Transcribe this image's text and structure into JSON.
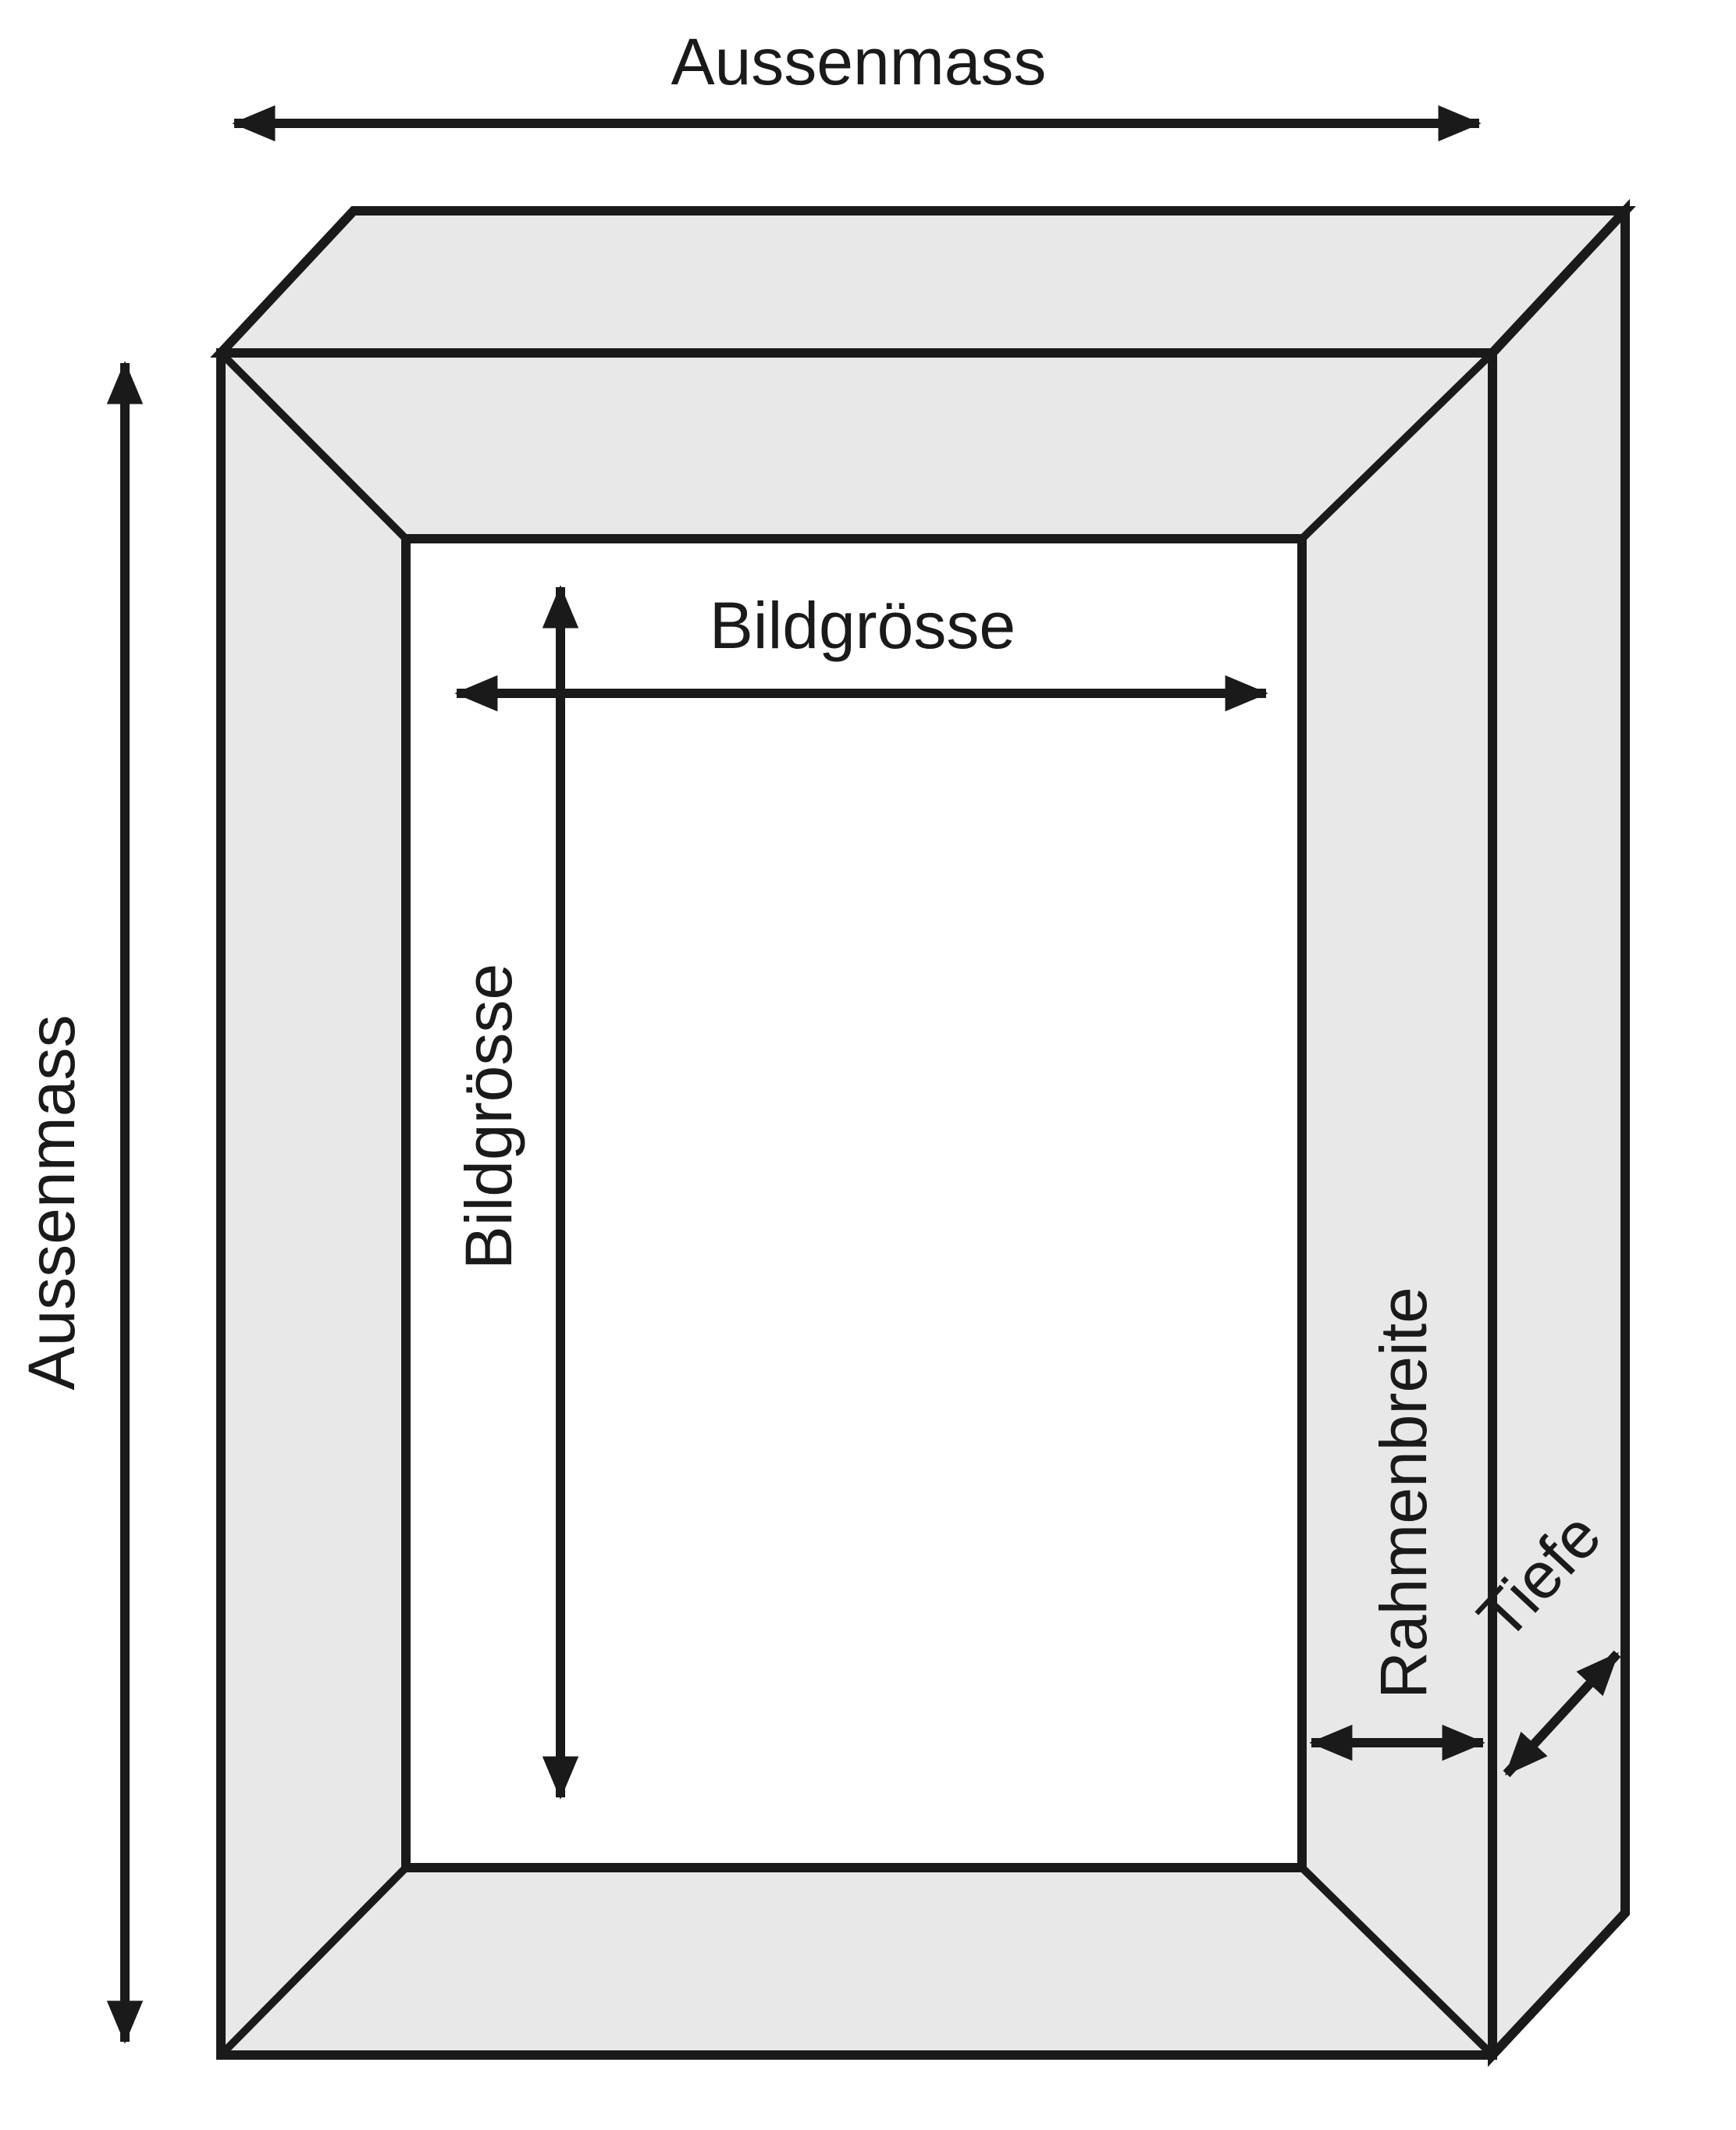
{
  "diagram": {
    "labels": {
      "outer_width": "Aussenmass",
      "outer_height": "Aussenmass",
      "image_width": "Bildgrösse",
      "image_height": "Bildgrösse",
      "frame_border_width": "Rahmenbreite",
      "depth": "Tiefe"
    },
    "colors": {
      "line": "#1a1a1a",
      "frame_fill": "#e8e8e8",
      "background": "#ffffff"
    }
  }
}
